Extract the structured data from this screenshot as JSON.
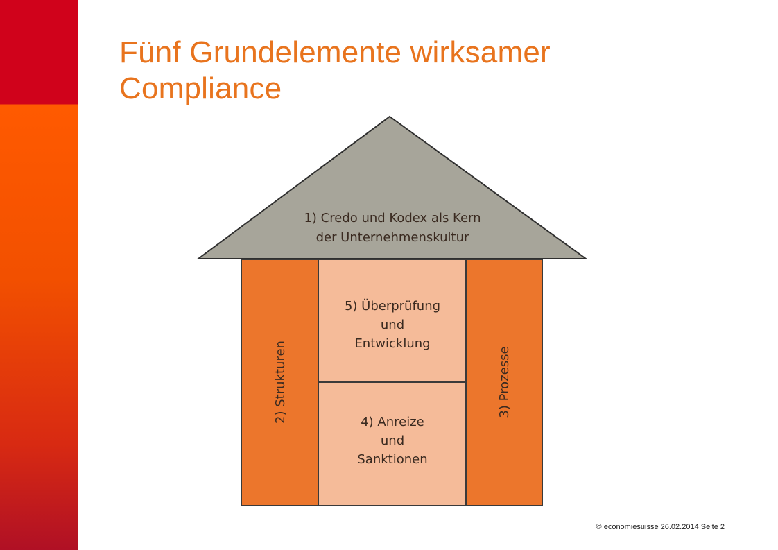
{
  "slide": {
    "title_line1": "Fünf Grundelemente wirksamer",
    "title_line2": "Compliance",
    "footer": "© economiesuisse 26.02.2014  Seite 2"
  },
  "house": {
    "roof_line1": "1) Credo und Kodex als Kern",
    "roof_line2": "der Unternehmenskultur",
    "pillar_left": "2) Strukturen",
    "pillar_right": "3) Prozesse",
    "center_top_line1": "5) Überprüfung",
    "center_top_line2": "und",
    "center_top_line3": "Entwicklung",
    "center_bottom_line1": "4) Anreize",
    "center_bottom_line2": "und",
    "center_bottom_line3": "Sanktionen"
  },
  "colors": {
    "roof": "#a7a59a",
    "pillar": "#ec762c",
    "center": "#f5bb99",
    "title": "#e8741e",
    "brand_red": "#d0021b",
    "brand_orange": "#ff5a00"
  }
}
